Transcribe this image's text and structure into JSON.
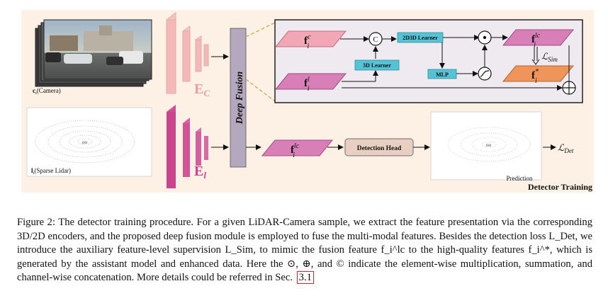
{
  "figure": {
    "camera_label": "c_i(Camera)",
    "lidar_label": "l_i(Sparse Lidar)",
    "encoder_camera": "E_C",
    "encoder_lidar": "E_l",
    "deep_fusion": "Deep Fusion",
    "concat_symbol": "C",
    "learner_2d3d": "2D3D Learner",
    "learner_3d": "3D Learner",
    "mlp": "MLP",
    "feat_camera": "f_i^c",
    "feat_lidar": "f_i^l",
    "feat_fused": "f_i^lc",
    "feat_star": "f_i^*",
    "loss_sim": "L_Sim",
    "detection_head": "Detection Head",
    "prediction": "Prediction",
    "loss_det": "L_Det",
    "detector_training": "Detector Training"
  },
  "caption": "Figure 2: The detector training procedure. For a given LiDAR-Camera sample, we extract the feature presentation via the corresponding 3D/2D encoders, and the proposed deep fusion module is employed to fuse the multi-modal features. Besides the detection loss L_Det, we introduce the auxiliary feature-level supervision L_Sim, to mimic the fusion feature f_i^lc to the high-quality features f_i^*, which is generated by the assistant model and enhanced data. Here the ⊙, ⊕, and © indicate the element-wise multiplication, summation, and channel-wise concatenation. More details could be referred in Sec.",
  "caption_ref": "3.1",
  "colors": {
    "background_panel": "#fdf1e6",
    "fusion_box": "#eeeaf0",
    "camera_feature": "#f2a7b6",
    "lidar_feature": "#d77fb6",
    "star_feature": "#f0955a",
    "learner_box": "#55c2d6",
    "detection_head": "#e8cfc1",
    "deep_fusion_bar": "#b4a8be",
    "dash_gold": "#c9a23c"
  }
}
